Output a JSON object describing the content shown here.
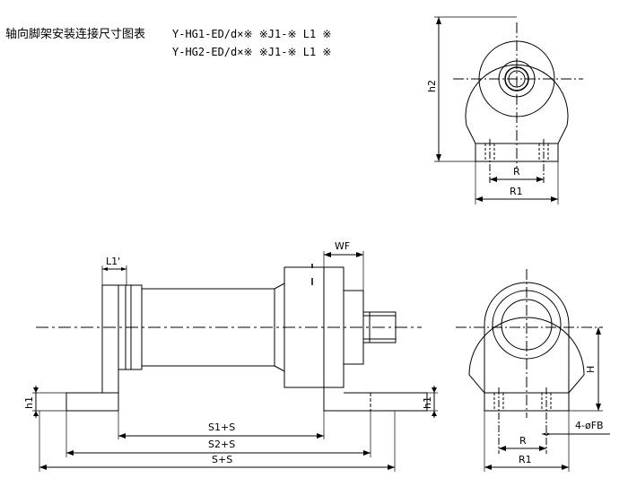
{
  "title": {
    "text": "轴向脚架安装连接尺寸图表",
    "model_line_1": "Y-HG1-ED/d×※ ※J1-※ L1 ※",
    "model_line_2": "Y-HG2-ED/d×※ ※J1-※ L1 ※"
  },
  "labels": {
    "h2": "h2",
    "R_top": "R",
    "R1_top": "R1",
    "WF": "WF",
    "L1p": "L1'",
    "h1_left": "h1",
    "h1_right": "h1",
    "S1S": "S1+S",
    "S2S": "S2+S",
    "SS": "S+S",
    "H": "H",
    "FB": "4-øFB",
    "R_bot": "R",
    "R1_bot": "R1"
  }
}
